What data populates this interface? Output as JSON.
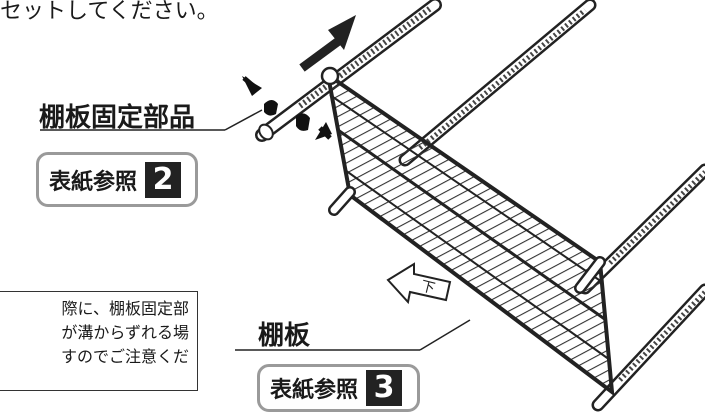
{
  "header": {
    "partial_text": "セットしてください。"
  },
  "labels": {
    "stopper": "棚板固定部品",
    "shelf": "棚板"
  },
  "refs": {
    "ref2": {
      "text": "表紙参照",
      "num": "2"
    },
    "ref3": {
      "text": "表紙参照",
      "num": "3"
    }
  },
  "note": {
    "lines": [
      "際に、棚板固定部",
      "が溝からずれる場",
      "すのでご注意くだ"
    ]
  },
  "direction_mark": "下",
  "colors": {
    "line": "#222222",
    "box_border": "#9a9a9a",
    "ref_bg": "#222222"
  }
}
